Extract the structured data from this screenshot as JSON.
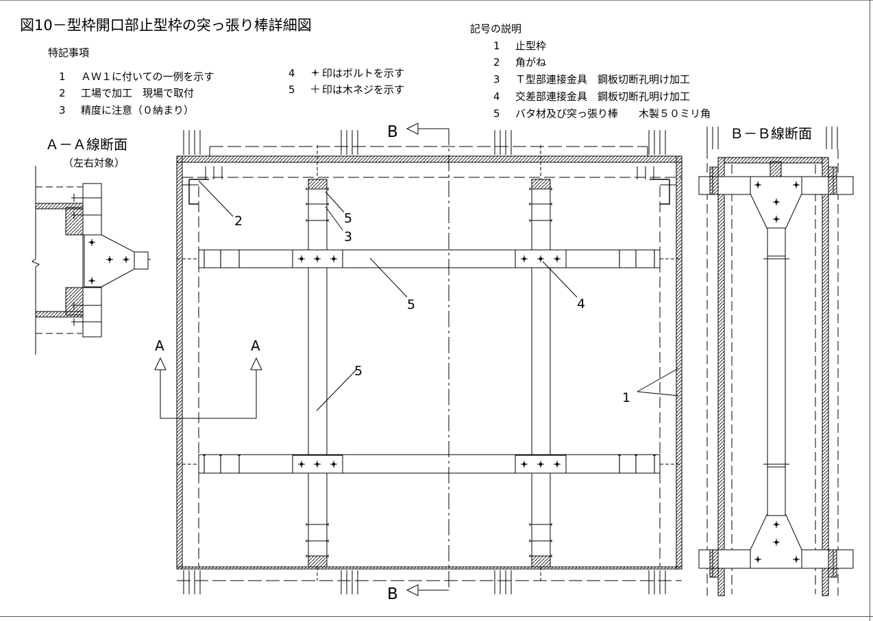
{
  "title": "図10－型枠開口部止型枠の突っ張り棒詳細図",
  "special_notes": {
    "heading": "特記事項",
    "items": [
      {
        "num": "1",
        "text": "ＡＷ１に付いての一例を示す"
      },
      {
        "num": "2",
        "text": "工場で加工　現場で取付"
      },
      {
        "num": "3",
        "text": "精度に注意（０納まり）"
      }
    ],
    "marks": [
      {
        "num": "4",
        "text": "印はボルトを示す"
      },
      {
        "num": "5",
        "text": "印は木ネジを示す"
      }
    ]
  },
  "legend": {
    "heading": "記号の説明",
    "items": [
      {
        "num": "1",
        "text": "止型枠"
      },
      {
        "num": "2",
        "text": "角がね"
      },
      {
        "num": "3",
        "text": "Ｔ型部連接金具　鋼板切断孔明け加工"
      },
      {
        "num": "4",
        "text": "交差部連接金具　鋼板切断孔明け加工"
      },
      {
        "num": "5",
        "text": "バタ材及び突っ張り棒　　木製５０ミリ角"
      }
    ]
  },
  "section_aa": {
    "title": "Ａ－Ａ線断面",
    "subtitle": "（左右対象）"
  },
  "section_bb": {
    "title": "Ｂ－Ｂ線断面"
  },
  "markers": {
    "a": "A",
    "b": "B"
  },
  "callouts": {
    "c1": "1",
    "c2": "2",
    "c3": "3",
    "c4": "4",
    "c5": "5"
  }
}
